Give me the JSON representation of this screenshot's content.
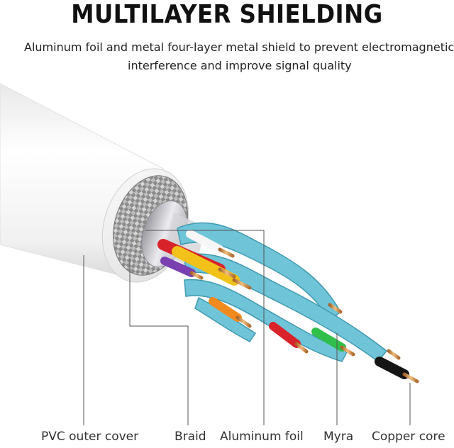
{
  "title": "MULTILAYER SHIELDING",
  "subtitle": {
    "line1": "Aluminum foil and metal four-layer metal shield to prevent electromagnetic",
    "line2": "interference and improve signal quality"
  },
  "labels": {
    "pvc": "PVC outer cover",
    "braid": "Braid",
    "foil": "Aluminum foil",
    "myra": "Myra",
    "copper": "Copper core"
  },
  "colors": {
    "jacket": "#f2f2f2",
    "braid": "#9a9a9a",
    "foil": "#c8c8cc",
    "myra": "#6fc4d8",
    "copper": "#c98a45",
    "red": "#d8232a",
    "yellow": "#f2c21a",
    "purple": "#7a3fb0",
    "orange": "#f08a1e",
    "green": "#2fbf4a",
    "black": "#151515"
  }
}
